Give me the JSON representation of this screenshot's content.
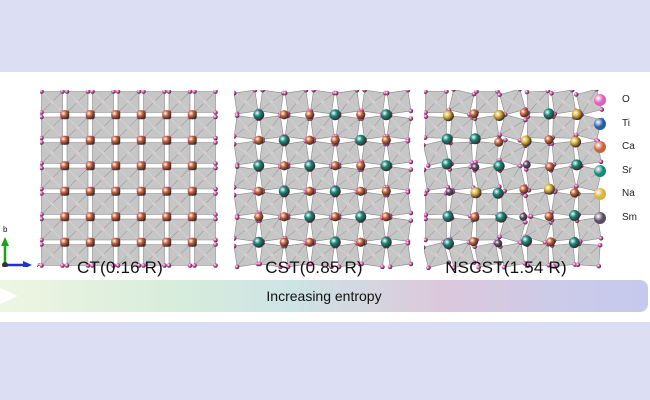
{
  "structures": [
    {
      "caption": "CT(0.16 R)",
      "pattern": "ordered",
      "cations": [
        "Ca"
      ]
    },
    {
      "caption": "CST(0.85 R)",
      "pattern": "mixed",
      "cations": [
        "Ca",
        "Sr"
      ]
    },
    {
      "caption": "NSCST(1.54 R)",
      "pattern": "high-entropy",
      "cations": [
        "Ca",
        "Sr",
        "Na",
        "Sm"
      ]
    }
  ],
  "legend": [
    {
      "element": "O",
      "color": "#e05fb8"
    },
    {
      "element": "Ti",
      "color": "#1f5fa8"
    },
    {
      "element": "Ca",
      "color": "#c8643a"
    },
    {
      "element": "Sr",
      "color": "#15897a"
    },
    {
      "element": "Na",
      "color": "#d9b23a"
    },
    {
      "element": "Sm",
      "color": "#5a4a66"
    }
  ],
  "axes": {
    "b": "b",
    "a": "a"
  },
  "entropy_bar": {
    "label": "Increasing entropy"
  },
  "colors": {
    "octahedron": "#b8b8b8",
    "octahedron_edge": "#8a8a8a",
    "background": "#dcdff3"
  }
}
